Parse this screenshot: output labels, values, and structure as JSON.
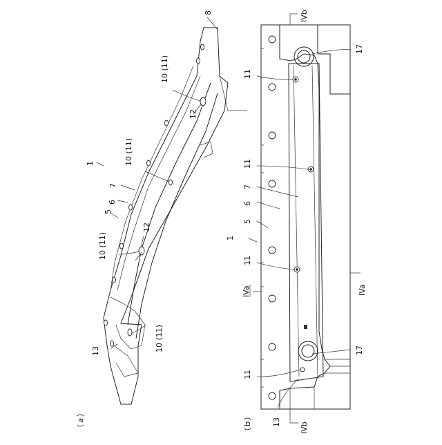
{
  "figure_a": {
    "panel_label": "（ａ）",
    "labels": {
      "l1": "1",
      "l5": "5",
      "l6": "6",
      "l7": "7",
      "l8": "8",
      "l10_top": "10 (11)",
      "l10_mid": "10 (11)",
      "l10_low": "10 (11)",
      "l10_bot": "10 (11)",
      "l12_top": "12",
      "l12_low": "12",
      "l13": "13"
    }
  },
  "figure_b": {
    "panel_label": "（ｂ）",
    "labels": {
      "l1": "1",
      "l5": "5",
      "l6": "6",
      "l7": "7",
      "l11_a": "11",
      "l11_b": "11",
      "l11_c": "11",
      "l11_d": "11",
      "l13": "13",
      "l17_top": "17",
      "l17_bot": "17",
      "sec_ivb_top": "IVb",
      "sec_ivb_bot": "IVb",
      "sec_iva_left": "IVa",
      "sec_iva_right": "IVa"
    }
  }
}
